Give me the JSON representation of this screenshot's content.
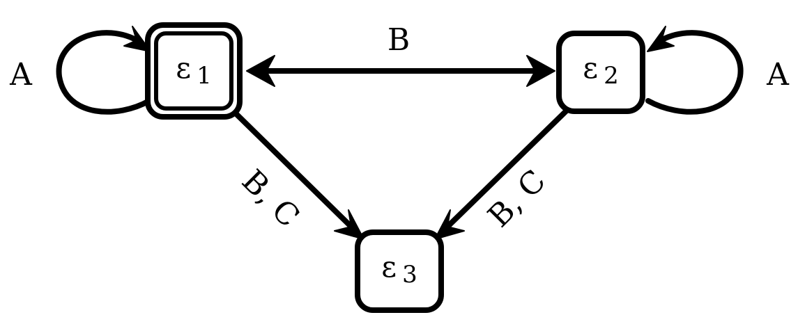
{
  "diagram": {
    "colors": {
      "ink": "#000000",
      "background": "#ffffff"
    },
    "states": [
      {
        "id": "s1",
        "symbol": "ε",
        "index": "1",
        "accepting": true
      },
      {
        "id": "s2",
        "symbol": "ε",
        "index": "2",
        "accepting": false
      },
      {
        "id": "s3",
        "symbol": "ε",
        "index": "3",
        "accepting": false
      }
    ],
    "transitions": [
      {
        "from": "s1",
        "to": "s1",
        "label": "A"
      },
      {
        "from": "s2",
        "to": "s2",
        "label": "A"
      },
      {
        "from": "s1",
        "to": "s2",
        "label": "B",
        "bidirectional": true
      },
      {
        "from": "s1",
        "to": "s3",
        "label": "B, C"
      },
      {
        "from": "s2",
        "to": "s3",
        "label": "B, C"
      }
    ]
  }
}
